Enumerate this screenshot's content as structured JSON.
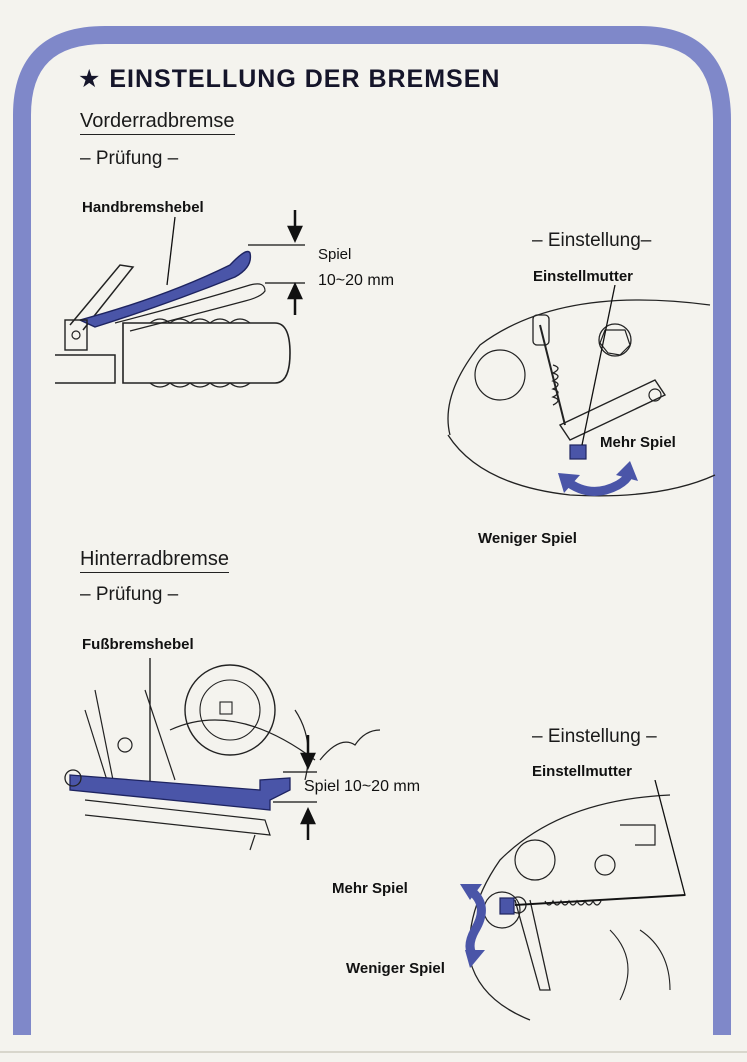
{
  "title": "EINSTELLUNG DER BREMSEN",
  "front": {
    "heading": "Vorderradbremse",
    "check_label": "– Prüfung –",
    "lever_label": "Handbremshebel",
    "play_label": "Spiel",
    "play_range": "10~20 mm",
    "adjust_label": "– Einstellung–",
    "nut_label": "Einstellmutter",
    "more_label": "Mehr Spiel",
    "less_label": "Weniger Spiel"
  },
  "rear": {
    "heading": "Hinterradbremse",
    "check_label": "– Prüfung –",
    "lever_label": "Fußbremshebel",
    "play_label": "Spiel 10~20 mm",
    "adjust_label": "– Einstellung –",
    "nut_label": "Einstellmutter",
    "more_label": "Mehr Spiel",
    "less_label": "Weniger Spiel"
  },
  "colors": {
    "frame": "#7f88c9",
    "accent": "#4a55a8",
    "ink": "#1a1a1a"
  }
}
